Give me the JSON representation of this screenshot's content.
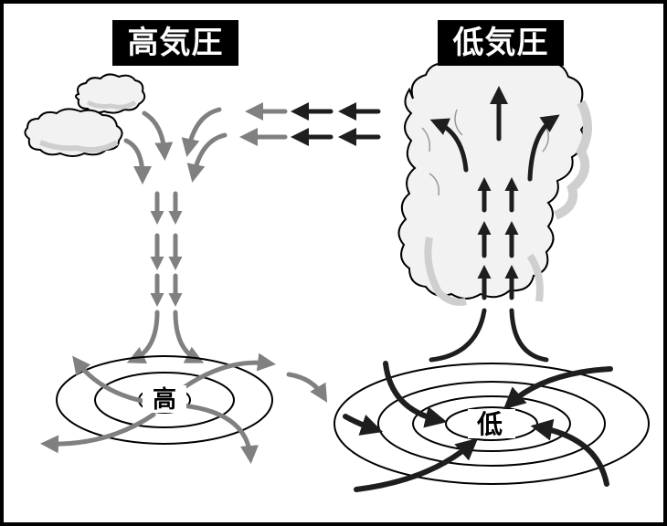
{
  "high_pressure": {
    "title": "高気圧",
    "center_label": "高"
  },
  "low_pressure": {
    "title": "低気圧",
    "center_label": "低"
  },
  "colors": {
    "frame": "#000000",
    "dark_arrow": "#1e1e1e",
    "light_arrow": "#808080",
    "cloud_fill": "#f2f2f2",
    "cloud_shade": "#cfcfcf"
  }
}
